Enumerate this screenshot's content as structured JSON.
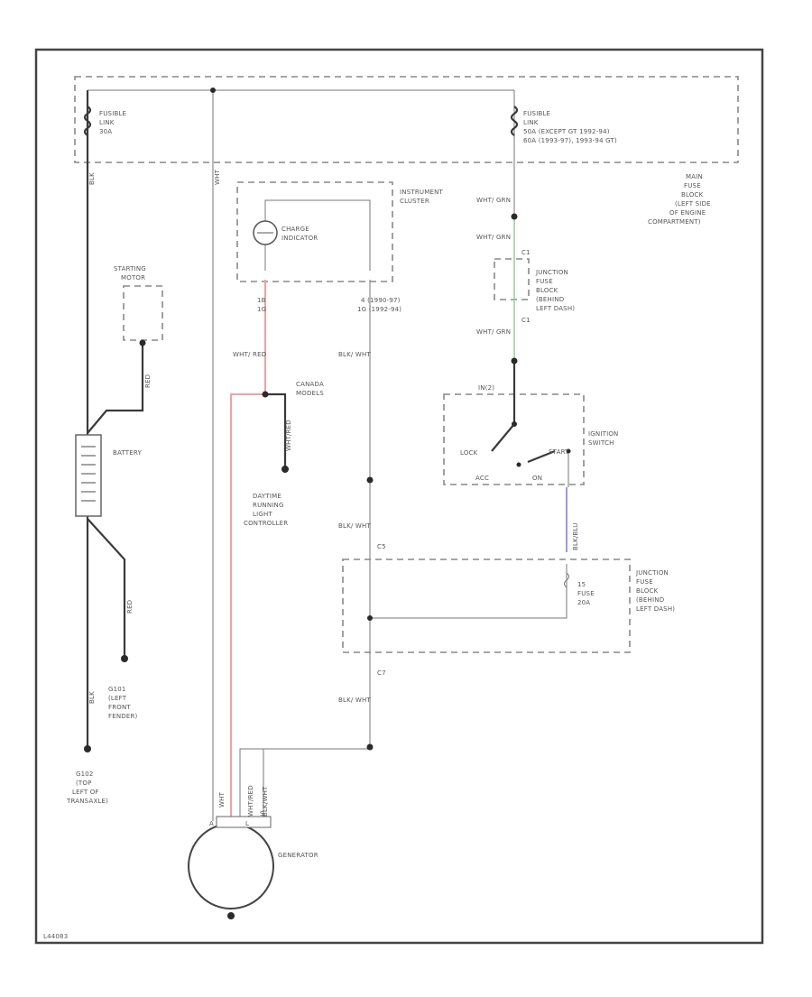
{
  "fusible_link_left": {
    "line1": "FUSIBLE",
    "line2": "LINK",
    "line3": "30A",
    "wire": "BLK"
  },
  "fusible_link_right": {
    "line1": "FUSIBLE",
    "line2": "LINK",
    "line3": "50A  (EXCEPT GT 1992-94)",
    "line4": "60A (1993-97), 1993-94 GT)"
  },
  "main_fuse_block": {
    "line1": "MAIN",
    "line2": "FUSE",
    "line3": "BLOCK",
    "line4": "(LEFT SIDE",
    "line5": "OF ENGINE",
    "line6": "COMPARTMENT)"
  },
  "instrument_cluster": {
    "line1": "INSTRUMENT",
    "line2": "CLUSTER"
  },
  "charge_indicator": {
    "line1": "CHARGE",
    "line2": "INDICATOR"
  },
  "cluster_pins": {
    "left_a": "1B",
    "left_b": "1G",
    "right_a": "4 (1990-97)",
    "right_b": "1G (1992-94)"
  },
  "wires": {
    "top_wht": "WHT",
    "wht_grn_1": "WHT/\nGRN",
    "wht_grn_2": "WHT/\nGRN",
    "wht_grn_3": "WHT/\nGRN",
    "wht_red": "WHT/\nRED",
    "blk_wht_1": "BLK/\nWHT",
    "blk_wht_2": "BLK/\nWHT",
    "blk_wht_3": "BLK/\nWHT",
    "blk_red": "BLK",
    "red_1": "RED",
    "red_2": "RED",
    "blk_blu": "BLK/BLU",
    "gen_wht": "WHT",
    "gen_wht_red": "WHT/RED",
    "gen_blk": "BLK/WHT",
    "grn_red": "RED",
    "blue": "BLK/BLU"
  },
  "starting_motor": {
    "line1": "STARTING",
    "line2": "MOTOR"
  },
  "battery": "BATTERY",
  "canada_models": {
    "line1": "CANADA",
    "line2": "MODELS"
  },
  "canada_wire": "WHT/RED",
  "drl": {
    "line1": "DAYTIME",
    "line2": "RUNNING",
    "line3": "LIGHT",
    "line4": "CONTROLLER"
  },
  "junction_fuse_block_top": {
    "line1": "JUNCTION",
    "line2": "FUSE",
    "line3": "BLOCK",
    "line4": "(BEHIND",
    "line5": "LEFT DASH)"
  },
  "connector_c1_a": "C1",
  "connector_c1_b": "C1",
  "connector_c5": "C5",
  "connector_c7": "C7",
  "ignition_switch": {
    "line1": "IGNITION",
    "line2": "SWITCH",
    "lock": "LOCK",
    "start": "START",
    "acc": "ACC",
    "on": "ON",
    "hot": "IN(2)"
  },
  "junction_fuse_block_bottom": {
    "line1": "JUNCTION",
    "line2": "FUSE",
    "line3": "BLOCK",
    "line4": "(BEHIND",
    "line5": "LEFT DASH)",
    "fuse1": "15",
    "fuse2": "FUSE",
    "fuse3": "20A"
  },
  "g101": {
    "line1": "G101",
    "line2": "(LEFT",
    "line3": "FRONT",
    "line4": "FENDER)"
  },
  "g102": {
    "line1": "G102",
    "line2": "(TOP",
    "line3": "LEFT OF",
    "line4": "TRANSAXLE)"
  },
  "generator": "GENERATOR",
  "gen_pins": {
    "a": "A",
    "b": "L",
    "c": "S"
  },
  "footer_code": "L44083"
}
